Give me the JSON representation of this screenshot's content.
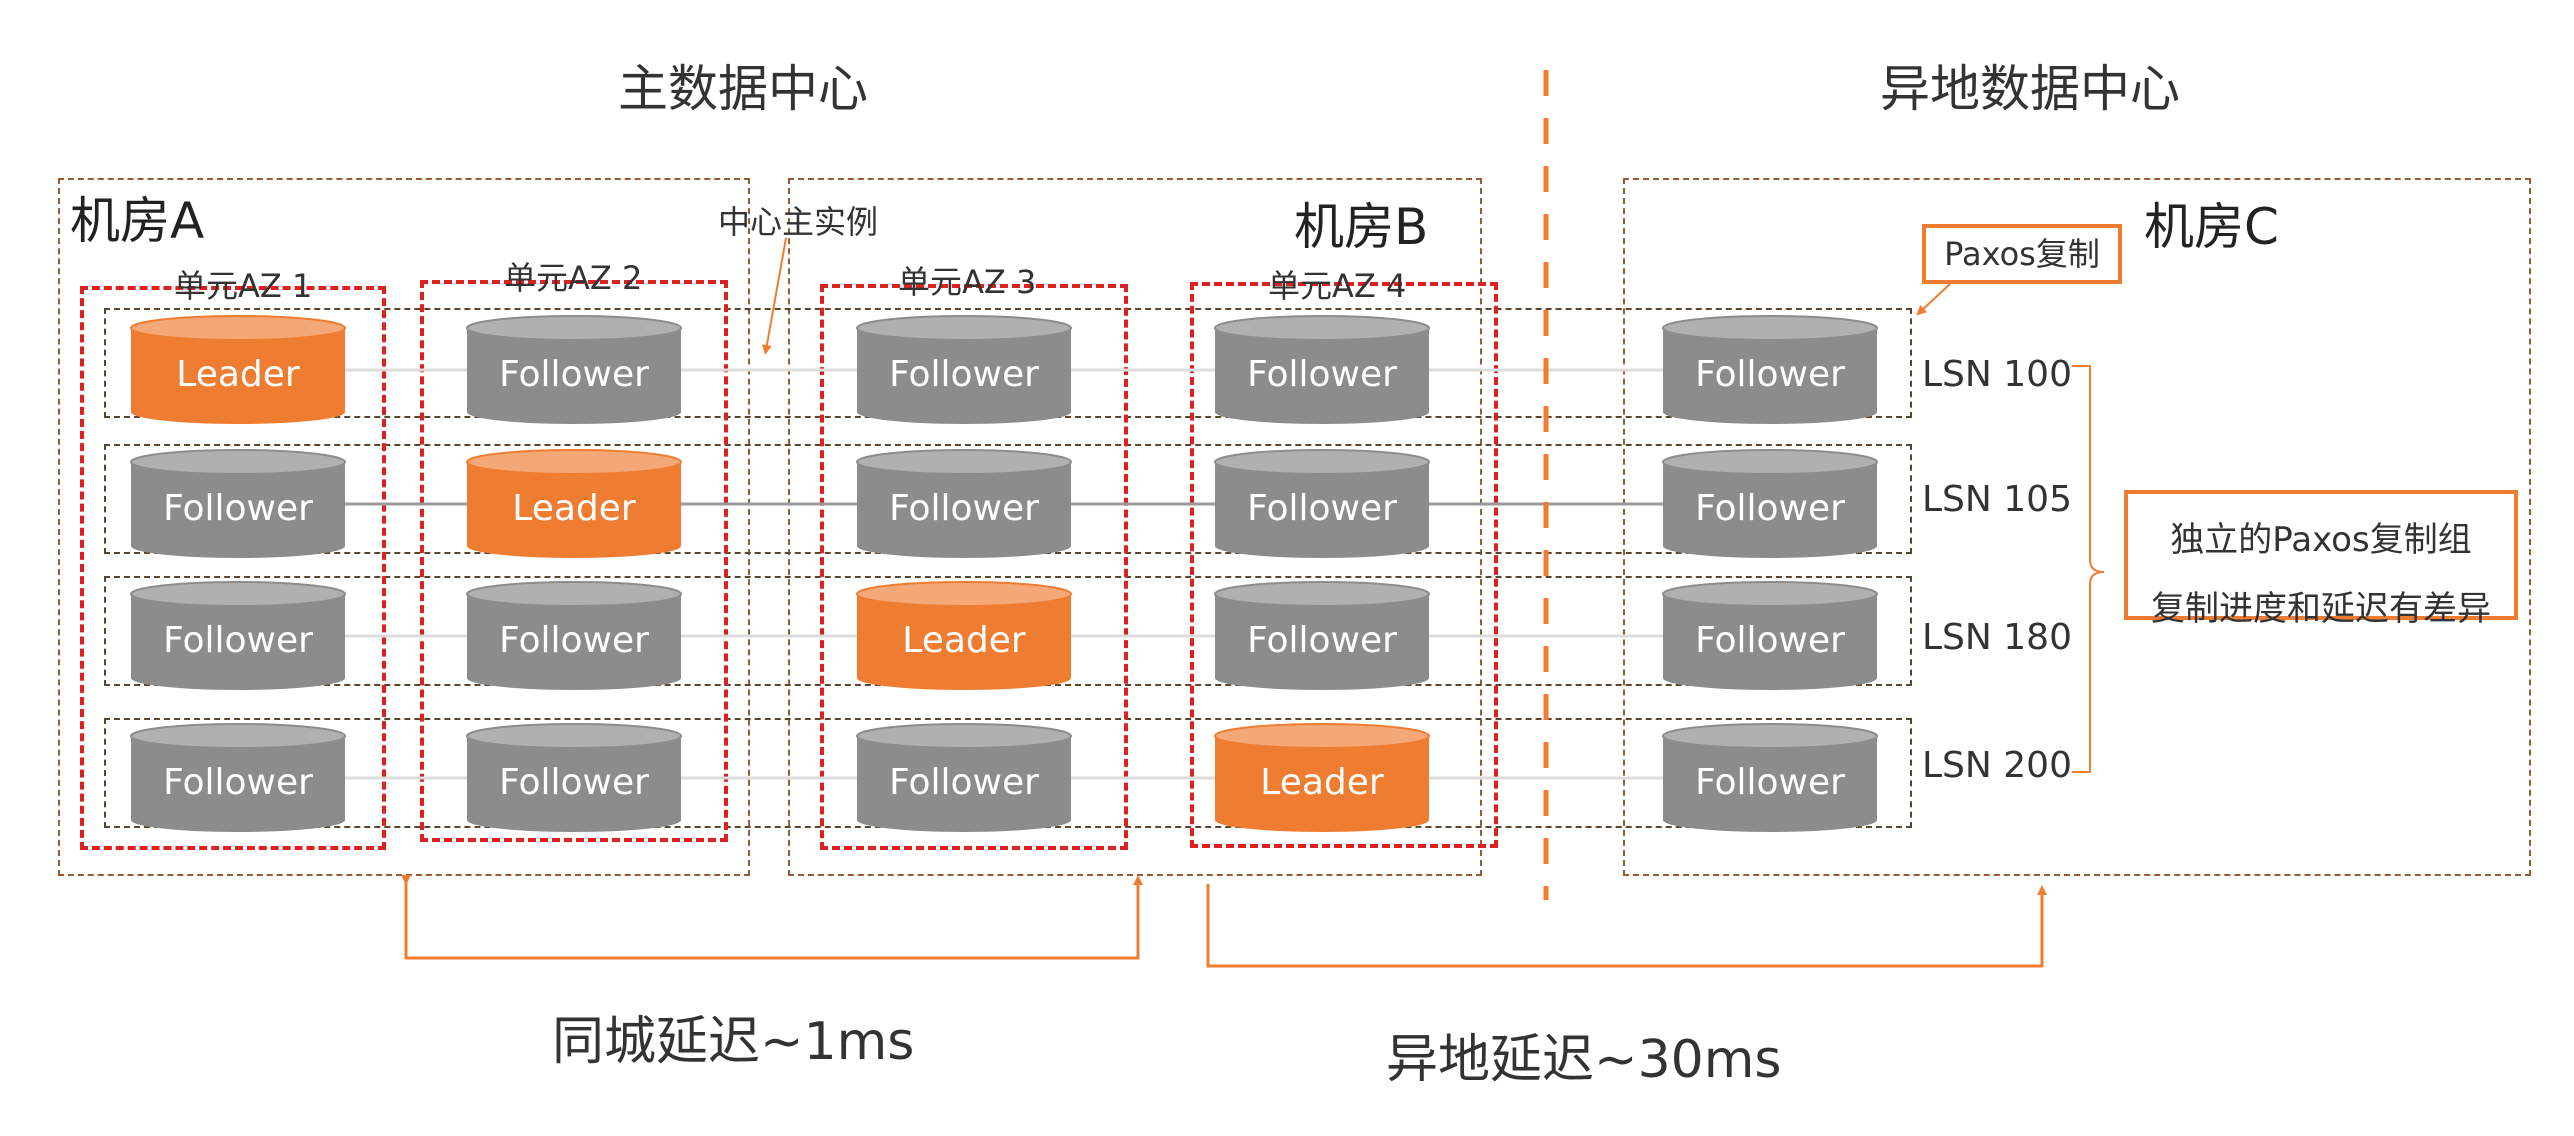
{
  "headers": {
    "primary_dc": "主数据中心",
    "remote_dc": "异地数据中心"
  },
  "rooms": {
    "a": "机房A",
    "b": "机房B",
    "c": "机房C"
  },
  "azs": [
    "单元AZ 1",
    "单元AZ 2",
    "单元AZ 3",
    "单元AZ 4"
  ],
  "annotations": {
    "center_primary": "中心主实例",
    "paxos_replication": "Paxos复制"
  },
  "rows": [
    {
      "lsn": "LSN 100",
      "nodes": [
        "Leader",
        "Follower",
        "Follower",
        "Follower",
        "Follower"
      ]
    },
    {
      "lsn": "LSN 105",
      "nodes": [
        "Follower",
        "Leader",
        "Follower",
        "Follower",
        "Follower"
      ]
    },
    {
      "lsn": "LSN 180",
      "nodes": [
        "Follower",
        "Follower",
        "Leader",
        "Follower",
        "Follower"
      ]
    },
    {
      "lsn": "LSN 200",
      "nodes": [
        "Follower",
        "Follower",
        "Follower",
        "Leader",
        "Follower"
      ]
    }
  ],
  "note": {
    "line1": "独立的Paxos复制组",
    "line2": "复制进度和延迟有差异"
  },
  "latency": {
    "same_city": "同城延迟~1ms",
    "remote": "异地延迟~30ms"
  },
  "colors": {
    "leader": "#ef7d31",
    "follower": "#8c8c8c",
    "accent": "#ef7d31",
    "az_border": "#e02020"
  }
}
